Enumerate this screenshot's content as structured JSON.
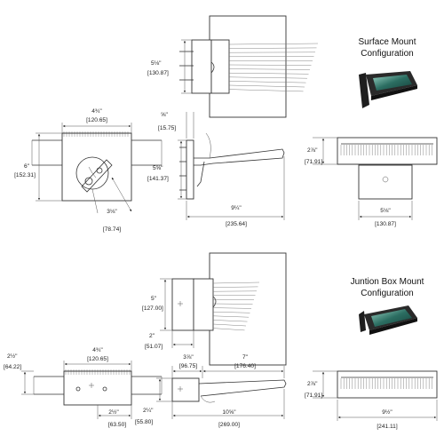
{
  "surface_mount": {
    "title_line1": "Surface Mount",
    "title_line2": "Configuration",
    "front_width_in": "4¾\"",
    "front_width_mm": "[120.65]",
    "front_height_in": "6\"",
    "front_height_mm": "[152.31]",
    "rotation_in": "3⅛\"",
    "rotation_mm": "[78.74]",
    "top_height_in": "5⅛\"",
    "top_height_mm": "[130.87]",
    "side_plate_in": "⅝\"",
    "side_plate_mm": "[15.75]",
    "side_height_in": "5⅝\"",
    "side_height_mm": "[141.37]",
    "side_length_in": "9¼\"",
    "side_length_mm": "[235.64]",
    "rear_depth_in": "2⅞\"",
    "rear_depth_mm": "[71.91]",
    "rear_width_in": "5⅛\"",
    "rear_width_mm": "[130.87]"
  },
  "junction_box_mount": {
    "title_line1": "Juntion Box Mount",
    "title_line2": "Configuration",
    "top_height_in": "5\"",
    "top_height_mm": "[127.00]",
    "top_offset_in": "2\"",
    "top_offset_mm": "[51.07]",
    "left_depth_in": "2½\"",
    "left_depth_mm": "[64.22]",
    "front_width_in": "4¾\"",
    "front_width_mm": "[120.65]",
    "front_offset_in": "2½\"",
    "front_offset_mm": "[63.50]",
    "front_height_in": "2¼\"",
    "front_height_mm": "[55.80]",
    "box_width_in": "3⅞\"",
    "box_width_mm": "[96.75]",
    "arm_length_in": "7\"",
    "arm_length_mm": "[176.40]",
    "total_length_in": "10⅝\"",
    "total_length_mm": "[269.00]",
    "rear_depth_in": "2⅞\"",
    "rear_depth_mm": "[71.91]",
    "rear_width_in": "9½\"",
    "rear_width_mm": "[241.11]"
  }
}
